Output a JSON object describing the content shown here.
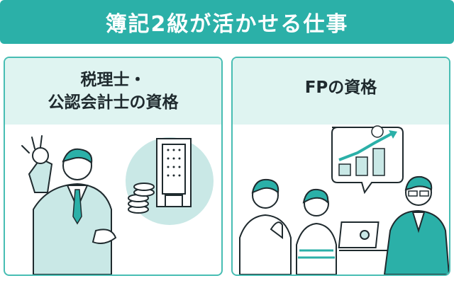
{
  "header": {
    "title": "簿記2級が活かせる仕事"
  },
  "panels": [
    {
      "title_line1": "税理士・",
      "title_line2": "公認会計士の資格"
    },
    {
      "title": "FPの資格"
    }
  ],
  "colors": {
    "accent": "#2bb0a8",
    "panel_bg": "#dff4f1",
    "border": "#47bdb3",
    "text": "#1f2a2e"
  }
}
